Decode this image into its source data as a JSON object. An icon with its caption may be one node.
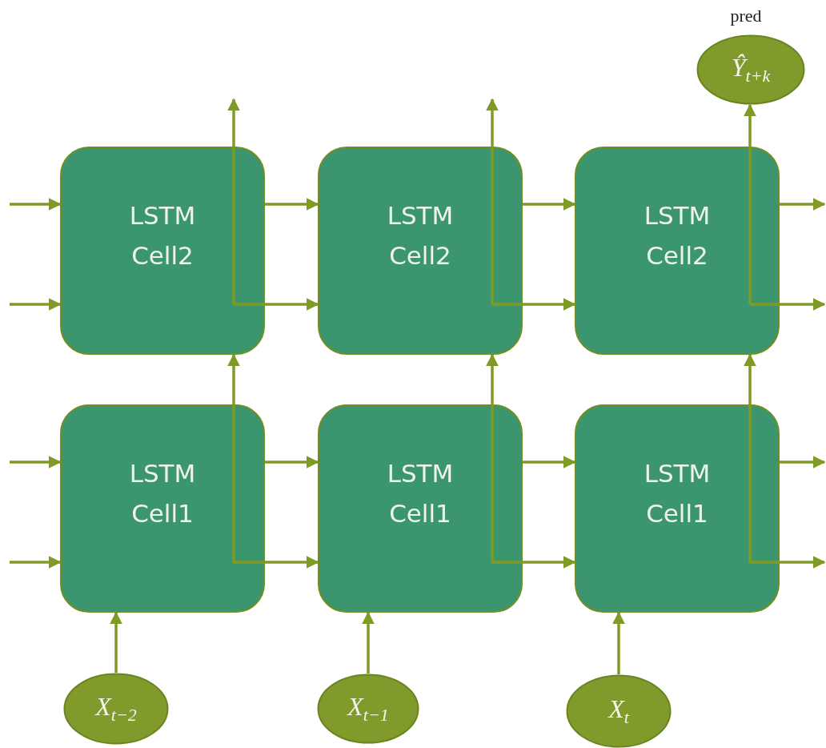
{
  "diagram": {
    "nodes": [
      {
        "text": [
          "Ŷ$_{t+k}$"
        ],
        "beside": [
          "pred"
        ]
      },
      {
        "text": [
          "LSTM Cell2"
        ]
      },
      {
        "text": [
          "LSTM Cell2"
        ]
      },
      {
        "text": [
          "LSTM Cell2"
        ]
      },
      {
        "text": [
          "LSTM Cell1"
        ]
      },
      {
        "text": [
          "LSTM Cell1"
        ]
      },
      {
        "text": [
          "LSTM Cell1"
        ]
      },
      {
        "text": [
          "X$_{t−2}$"
        ]
      },
      {
        "text": [
          "X$_{t−1}$"
        ]
      },
      {
        "text": [
          "X$_{t}$"
        ]
      }
    ],
    "edges": [
      {
        "from": null,
        "to": 1,
        "arrow": "to"
      },
      {
        "from": null,
        "to": 1,
        "arrow": "to"
      },
      {
        "from": 1,
        "to": 2,
        "arrow": "to"
      },
      {
        "from": 1,
        "to": 2,
        "arrow": "to"
      },
      {
        "from": 2,
        "to": 3,
        "arrow": "to"
      },
      {
        "from": 2,
        "to": 3,
        "arrow": "to"
      },
      {
        "from": 3,
        "to": null,
        "arrow": "to"
      },
      {
        "from": 3,
        "to": null,
        "arrow": "to"
      },
      {
        "from": null,
        "to": 4,
        "arrow": "to"
      },
      {
        "from": null,
        "to": 4,
        "arrow": "to"
      },
      {
        "from": 4,
        "to": 5,
        "arrow": "to"
      },
      {
        "from": 4,
        "to": 5,
        "arrow": "to"
      },
      {
        "from": 5,
        "to": 6,
        "arrow": "to"
      },
      {
        "from": 5,
        "to": 6,
        "arrow": "to"
      },
      {
        "from": 6,
        "to": null,
        "arrow": "to"
      },
      {
        "from": 6,
        "to": null,
        "arrow": "to"
      },
      {
        "from": 4,
        "to": 1,
        "arrow": "to"
      },
      {
        "from": 5,
        "to": 2,
        "arrow": "to"
      },
      {
        "from": 6,
        "to": 3,
        "arrow": "to"
      },
      {
        "from": 1,
        "to": null,
        "arrow": "to"
      },
      {
        "from": 2,
        "to": null,
        "arrow": "to"
      },
      {
        "from": 3,
        "to": 0,
        "arrow": "to"
      },
      {
        "from": 7,
        "to": 4,
        "arrow": "to"
      },
      {
        "from": 8,
        "to": 5,
        "arrow": "to"
      },
      {
        "from": 9,
        "to": 6,
        "arrow": "to"
      }
    ]
  }
}
